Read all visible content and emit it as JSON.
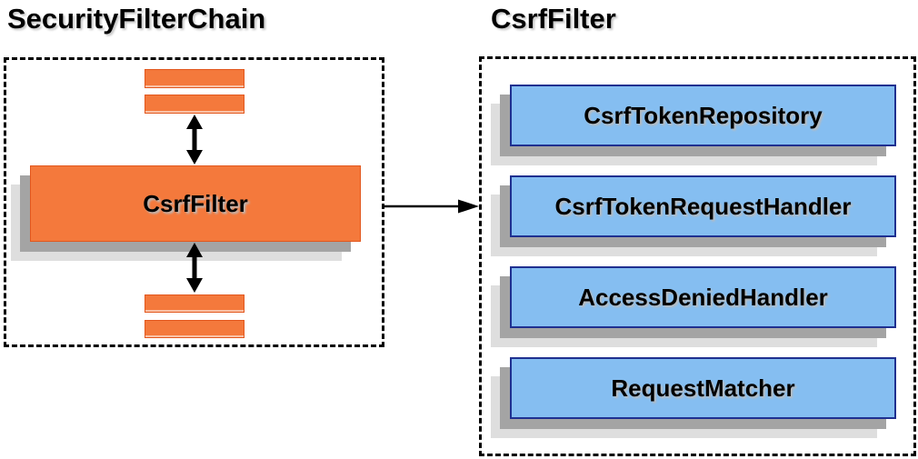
{
  "diagram": {
    "left_panel": {
      "title": "SecurityFilterChain",
      "filter_label": "CsrfFilter"
    },
    "right_panel": {
      "title": "CsrfFilter",
      "components": [
        "CsrfTokenRepository",
        "CsrfTokenRequestHandler",
        "AccessDeniedHandler",
        "RequestMatcher"
      ]
    },
    "colors": {
      "orange_fill": "#F4793C",
      "orange_border": "#E2571D",
      "blue_fill": "#85BEF1",
      "blue_border": "#1F3090",
      "shadow_mid": "#A4A4A4",
      "shadow_light": "#DEDEDE",
      "arrow": "#000000",
      "dashed_border": "#000000",
      "text": "#000000"
    },
    "icons": [
      "bidirectional-arrow-icon",
      "bidirectional-arrow-icon",
      "flow-arrow-icon"
    ]
  }
}
